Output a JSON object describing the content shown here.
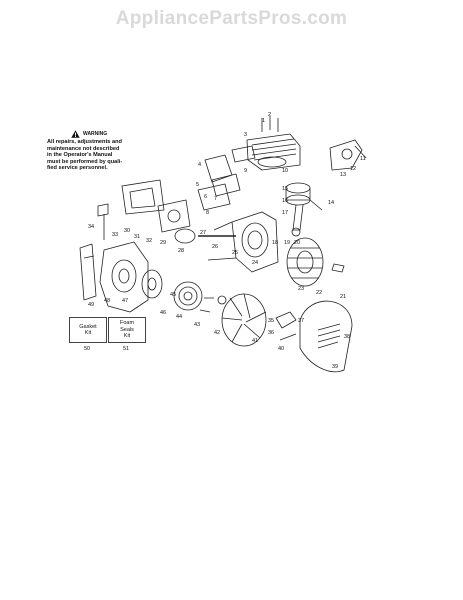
{
  "watermark": "AppliancePartsPros.com",
  "warning": {
    "title": "WARNING",
    "body": "All repairs, adjustments and\nmaintenance not described\nin the Operator's Manual\nmust be performed by quali-\nfied service personnel."
  },
  "kits": [
    {
      "label": "Gasket\nKit",
      "number": "50"
    },
    {
      "label": "Foam\nSeals\nKit",
      "number": "51"
    }
  ],
  "callouts": [
    "1",
    "2",
    "3",
    "4",
    "5",
    "6",
    "7",
    "8",
    "9",
    "10",
    "11",
    "12",
    "13",
    "14",
    "15",
    "16",
    "17",
    "18",
    "19",
    "20",
    "21",
    "22",
    "23",
    "24",
    "25",
    "26",
    "27",
    "28",
    "29",
    "30",
    "31",
    "32",
    "33",
    "34",
    "35",
    "36",
    "37",
    "38",
    "39",
    "40",
    "41",
    "42",
    "43",
    "44",
    "45",
    "46",
    "47",
    "48",
    "49"
  ]
}
